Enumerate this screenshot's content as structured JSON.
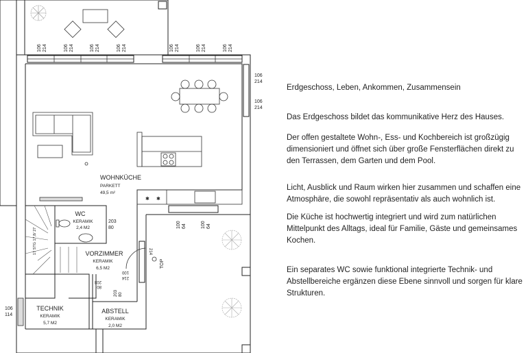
{
  "plan": {
    "rooms": {
      "wohnkueche": {
        "name": "WOHNKÜCHE",
        "floor": "PARKETT",
        "area": "49,5 m²"
      },
      "wc": {
        "name": "WC",
        "floor": "KERAMIK",
        "area": "2,4 M2"
      },
      "vorzimmer": {
        "name": "VORZIMMER",
        "floor": "KERAMIK",
        "area": "6,5 M2"
      },
      "technik": {
        "name": "TECHNIK",
        "floor": "KERAMIK",
        "area": "5,7 M2"
      },
      "abstell": {
        "name": "ABSTELL",
        "floor": "KERAMIK",
        "area": "2,0 M2"
      }
    },
    "dims": {
      "win_w": "106",
      "win_h": "214",
      "wc_door_h": "203",
      "wc_door_w": "80",
      "kitchen_w_h": "100",
      "kitchen_w_w": "64",
      "left_w_w": "106",
      "left_w_h": "114",
      "entry_w": "100",
      "entry_h": "214",
      "stair": "17 STG 17,8/ 27",
      "top": "TOP"
    }
  },
  "description": {
    "heading": "Erdgeschoss, Leben, Ankommen, Zusammensein",
    "p1": "Das Erdgeschoss bildet das kommunikative Herz des Hauses.",
    "p2": "Der offen gestaltete Wohn-, Ess- und Kochbereich ist großzügig dimensioniert und öffnet sich über große Fensterflächen direkt zu den Terrassen, dem Garten und dem Pool.",
    "p3": "Licht, Ausblick und Raum wirken hier zusammen und schaffen eine Atmosphäre, die sowohl repräsentativ als auch wohnlich ist.",
    "p4": "Die Küche ist hochwertig integriert und wird zum natürlichen Mittelpunkt des Alltags, ideal für Familie, Gäste und gemeinsames Kochen.",
    "p5": "Ein separates WC sowie funktional integrierte Technik- und Abstellbereiche ergänzen diese Ebene sinnvoll und sorgen für klare Strukturen."
  }
}
